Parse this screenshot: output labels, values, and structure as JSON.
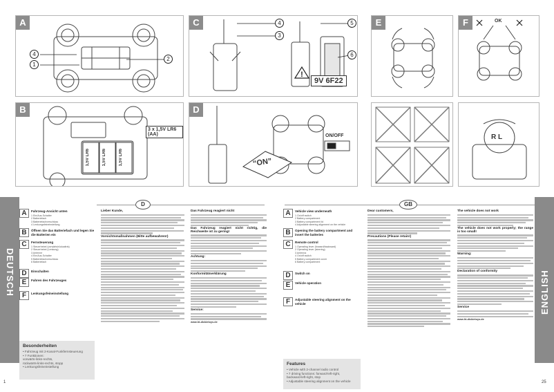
{
  "figures": {
    "labels": [
      "A",
      "B",
      "C",
      "D",
      "E",
      "F"
    ],
    "callouts_a": [
      "4",
      "1",
      "2"
    ],
    "callouts_c": [
      "4",
      "3",
      "5",
      "6"
    ],
    "battery_b": "3 x 1,5V LR6 (AA)",
    "cell_label": "1,5V LR6",
    "battery_c": "9V 6F22",
    "on_off": "ON/OFF",
    "on_word": "“ON”",
    "ok_mark": "OK",
    "rl_mark": "R L"
  },
  "left_page": {
    "language": "DEUTSCH",
    "badge": "D",
    "page_number": "1",
    "sections": [
      {
        "letter": "A",
        "title": "Fahrzeug-Ansicht unten",
        "items": [
          "1  Ein/Aus-Schalter",
          "2  Batteriefach",
          "3  Batteriefachverschluss",
          "4  Lenkungsfeineinstellung"
        ]
      },
      {
        "letter": "B",
        "title": "Öffnen Sie das Batteriefach und legen Sie die Batterien ein",
        "items": []
      },
      {
        "letter": "C",
        "title": "Fernsteuerung",
        "items": [
          "1  Steuerhebel (vorwärts/rückwärts)",
          "2  Steuerhebel (Lenkung)",
          "3  Antenne",
          "4  Ein/Aus-Schalter",
          "5  Batteriefachverschluss",
          "6  Batteriefach"
        ]
      },
      {
        "letter": "D",
        "title": "Einschalten",
        "items": []
      },
      {
        "letter": "E",
        "title": "Fahren des Fahrzeuges",
        "items": []
      },
      {
        "letter": "F",
        "title": "Lenkungsfeineinstellung",
        "items": []
      }
    ],
    "features": {
      "title": "Besonderheiten",
      "items": [
        "• Fahrzeug mit 2-Kanal-Funkfernsteuerung",
        "• 7 Funktionen:",
        "   vorwärts-links-rechts,",
        "   rückwärts-links-rechts, stopp",
        "• Lenkungsfeineinstellung"
      ]
    },
    "col1_head": "Lieber Kunde,",
    "col1_head2": "Vorsichtsmaßnahmen (Bitte aufbewahren!)",
    "col2_head1": "Das Fahrzeug reagiert nicht",
    "col2_head2": "Das Fahrzeug reagiert nicht richtig, die Reichweite ist zu gering!",
    "col2_head3": "Achtung:",
    "col2_head4": "Konformitätserklärung",
    "col2_head5": "Service:",
    "col2_footer": "www.ht-dickietoys.de"
  },
  "right_page": {
    "language": "ENGLISH",
    "badge": "GB",
    "page_number": "25",
    "sections": [
      {
        "letter": "A",
        "title": "Vehicle view underneath",
        "items": [
          "1  On/off switch",
          "2  Battery compartment",
          "3  Battery compartment lid",
          "4  Adjustable steering alignment on the vehicle"
        ]
      },
      {
        "letter": "B",
        "title": "Opening the battery compartment and insert the batteries",
        "items": []
      },
      {
        "letter": "C",
        "title": "Remote control",
        "items": [
          "1  Operating lever (forward/backward)",
          "2  Operating lever (steering)",
          "3  Antenna",
          "4  On/off switch",
          "5  Battery compartment cover",
          "6  Battery compartment"
        ]
      },
      {
        "letter": "D",
        "title": "Switch on",
        "items": []
      },
      {
        "letter": "E",
        "title": "Vehicle operation",
        "items": []
      },
      {
        "letter": "F",
        "title": "Adjustable steering alignment on the vehicle",
        "items": []
      }
    ],
    "features": {
      "title": "Features",
      "items": [
        "• Vehicle with 2-channel radio control",
        "• 7 driving functions: forward-left-right,",
        "   backward-left-right, stop",
        "• Adjustable steering alignment on the vehicle"
      ]
    },
    "col1_head": "Dear customers,",
    "col1_head2": "Precautions (Please retain!)",
    "col2_head1": "The vehicle does not work",
    "col2_head2": "The vehicle does not work properly; the range is too small!",
    "col2_head3": "Warning:",
    "col2_head4": "Declaration of conformity",
    "col2_head5": "Service",
    "col2_footer": "www.ht-dickietoys.de"
  }
}
